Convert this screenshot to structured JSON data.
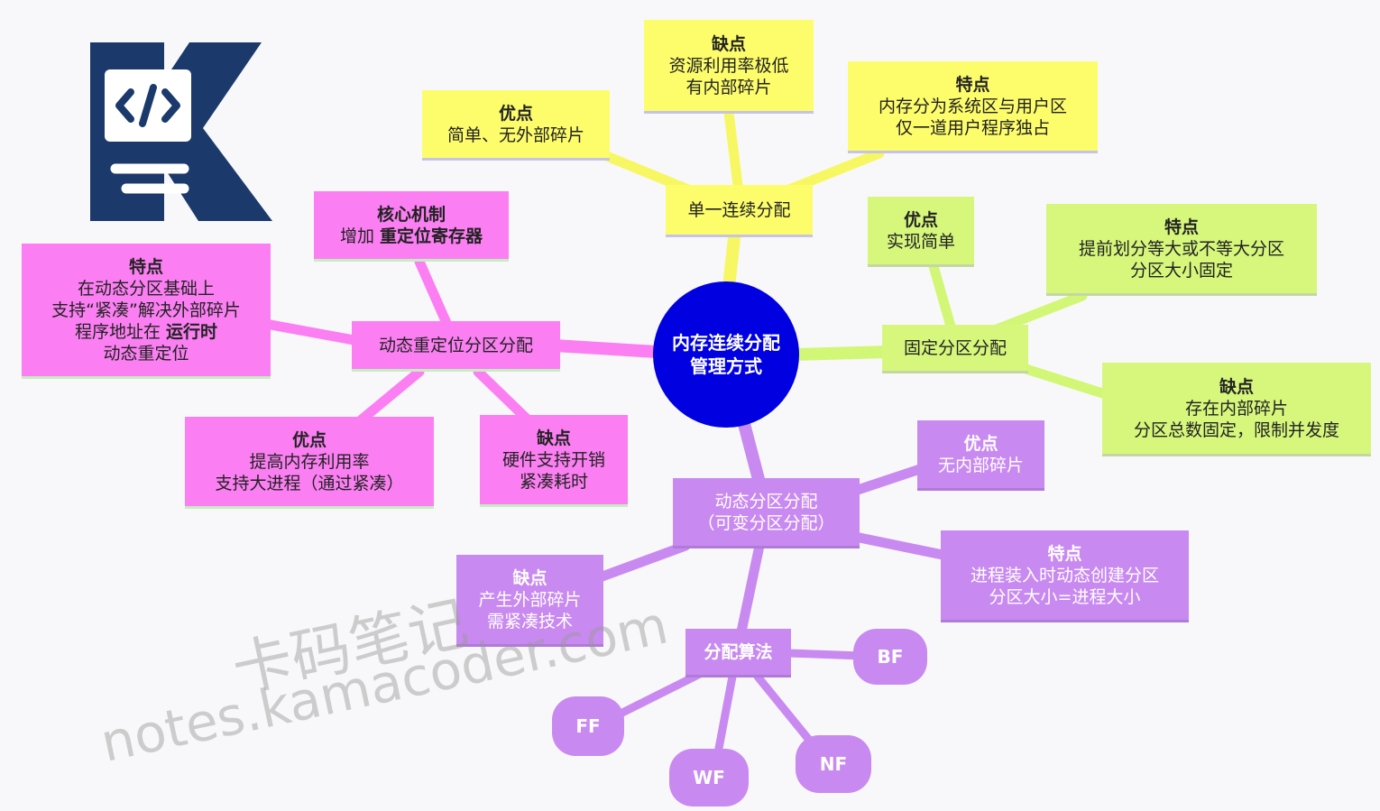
{
  "logo": {
    "icon": "code-document-k-logo",
    "colors": {
      "navy": "#1b3a6b",
      "white": "#ffffff"
    }
  },
  "center": {
    "line1": "内存连续分配",
    "line2": "管理方式"
  },
  "single": {
    "label": "单一连续分配",
    "pros": {
      "title": "优点",
      "lines": [
        "简单、无外部碎片"
      ]
    },
    "cons": {
      "title": "缺点",
      "lines": [
        "资源利用率极低",
        "有内部碎片"
      ]
    },
    "features": {
      "title": "特点",
      "lines": [
        "内存分为系统区与用户区",
        "仅一道用户程序独占"
      ]
    }
  },
  "fixed": {
    "label": "固定分区分配",
    "pros": {
      "title": "优点",
      "lines": [
        "实现简单"
      ]
    },
    "features": {
      "title": "特点",
      "lines": [
        "提前划分等大或不等大分区",
        "分区大小固定"
      ]
    },
    "cons": {
      "title": "缺点",
      "lines": [
        "存在内部碎片",
        "分区总数固定，限制并发度"
      ]
    }
  },
  "dynamic": {
    "label_line1": "动态分区分配",
    "label_line2": "（可变分区分配）",
    "pros": {
      "title": "优点",
      "lines": [
        "无内部碎片"
      ]
    },
    "features": {
      "title": "特点",
      "lines": [
        "进程装入时动态创建分区",
        "分区大小=进程大小"
      ]
    },
    "cons": {
      "title": "缺点",
      "lines": [
        "产生外部碎片",
        "需紧凑技术"
      ]
    },
    "algorithms": {
      "label": "分配算法",
      "items": [
        "BF",
        "NF",
        "WF",
        "FF"
      ]
    }
  },
  "relocation": {
    "label": "动态重定位分区分配",
    "mechanism": {
      "title": "核心机制",
      "prefix": "增加 ",
      "bold": "重定位寄存器"
    },
    "features": {
      "title": "特点",
      "lines": [
        "在动态分区基础上",
        "支持“紧凑”解决外部碎片"
      ],
      "line3_prefix": "程序地址在 ",
      "line3_bold": "运行时",
      "line4": "动态重定位"
    },
    "pros": {
      "title": "优点",
      "lines": [
        "提高内存利用率",
        "支持大进程（通过紧凑）"
      ]
    },
    "cons": {
      "title": "缺点",
      "lines": [
        "硬件支持开销",
        "紧凑耗时"
      ]
    }
  },
  "watermark": {
    "cn": "卡码笔记",
    "url": "notes.kamacoder.com"
  },
  "colors": {
    "center": "#0000e0",
    "yellow": "#fdfd6c",
    "green": "#d6f77c",
    "pink": "#fb7ff2",
    "purple": "#c88af0"
  }
}
